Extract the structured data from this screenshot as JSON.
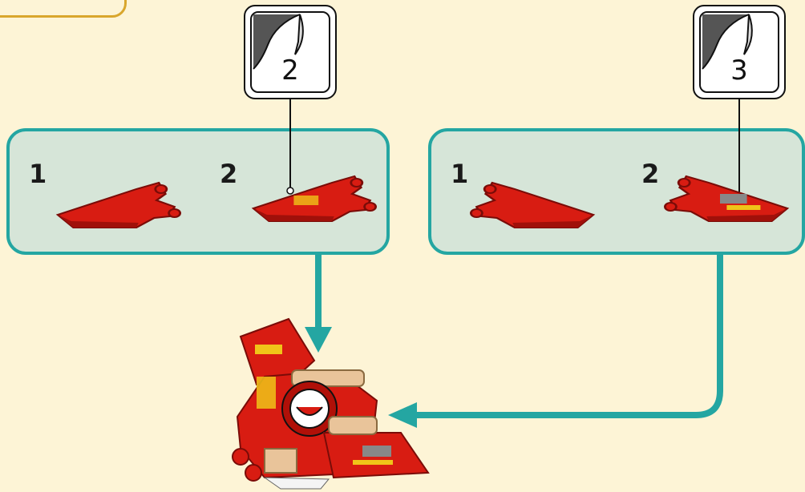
{
  "stickers": [
    {
      "label": "2"
    },
    {
      "label": "3"
    }
  ],
  "panels": [
    {
      "steps": [
        "1",
        "2"
      ]
    },
    {
      "steps": [
        "1",
        "2"
      ]
    }
  ],
  "colors": {
    "background": "#fdf4d6",
    "panel_fill": "#d6e5d8",
    "panel_border": "#24a6a2",
    "arrow": "#24a6a2",
    "brick_red": "#d81c12",
    "tab_border": "#d9a62c"
  },
  "icons": {
    "sticker": "sticker-sheet-icon",
    "wing_piece": "wing-plate-icon",
    "model": "spaceship-model-icon"
  }
}
